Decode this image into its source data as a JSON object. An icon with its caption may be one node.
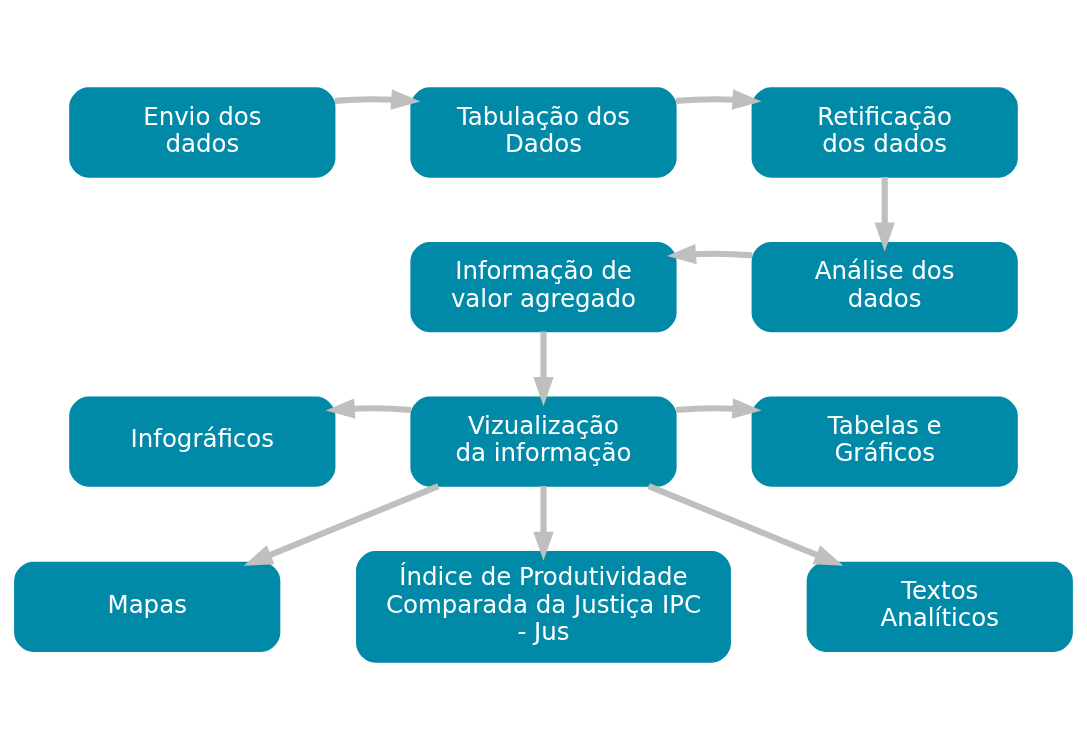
{
  "diagram": {
    "nodes": [
      {
        "text": [
          "Envio dos dados"
        ]
      },
      {
        "text": [
          "Tabulação dos Dados"
        ]
      },
      {
        "text": [
          "Retificação dos dados"
        ]
      },
      {
        "text": [
          "Análise dos dados"
        ]
      },
      {
        "text": [
          "Informação de valor agregado"
        ]
      },
      {
        "text": [
          "Vizualização da informação"
        ]
      },
      {
        "text": [
          "Infográficos"
        ]
      },
      {
        "text": [
          "Tabelas e Gráficos"
        ]
      },
      {
        "text": [
          "Mapas"
        ]
      },
      {
        "text": [
          "Textos Analíticos"
        ]
      },
      {
        "text": [
          "Índice de Produtividade Comparada da Justiça IPC - Jus"
        ]
      }
    ],
    "edges": [
      {
        "from": 0,
        "to": 1,
        "arrow": "to"
      },
      {
        "from": 1,
        "to": 2,
        "arrow": "to"
      },
      {
        "from": 2,
        "to": 3,
        "arrow": "to"
      },
      {
        "from": 3,
        "to": 4,
        "arrow": "to"
      },
      {
        "from": 4,
        "to": 5,
        "arrow": "to"
      },
      {
        "from": 5,
        "to": 6,
        "arrow": "to"
      },
      {
        "from": 5,
        "to": 7,
        "arrow": "to"
      },
      {
        "from": 5,
        "to": 8,
        "arrow": "to"
      },
      {
        "from": 5,
        "to": 10,
        "arrow": "to"
      },
      {
        "from": 5,
        "to": 9,
        "arrow": "to"
      }
    ]
  }
}
